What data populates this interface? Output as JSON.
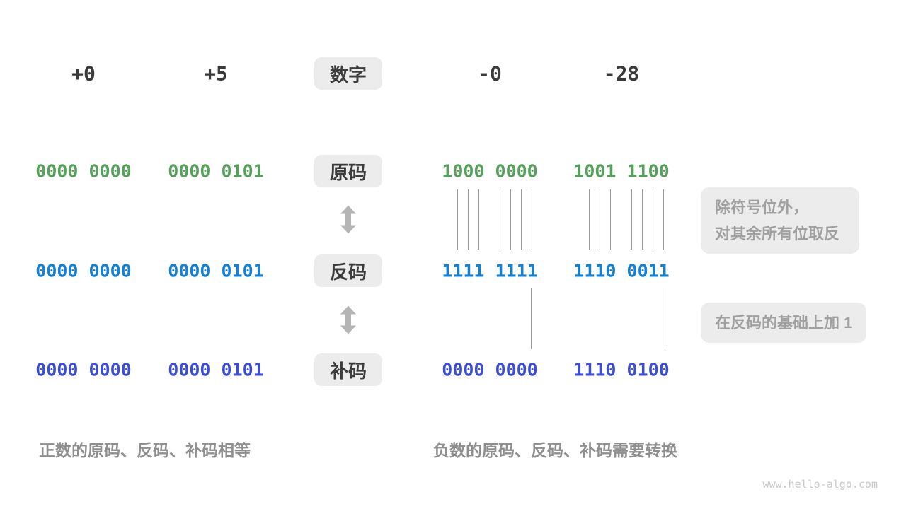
{
  "title_context": "Sign-magnitude, one's complement and two's complement conversion diagram",
  "palette": {
    "sign_magnitude_green": "#55a05a",
    "ones_complement_blue": "#1480d4",
    "twos_complement_indigo": "#3e4ed2",
    "dark_text": "#3c3c3c",
    "note_gray_text": "#a0a0a0",
    "caption_gray_text": "#8f8f8f",
    "box_background": "#ececec",
    "tick_line_gray": "#9a9a9a",
    "watermark_gray": "#c9c9c9"
  },
  "matrix": {
    "col_headers": [
      "+0",
      "+5",
      "-0",
      "-28"
    ],
    "row_labels": [
      "数字",
      "原码",
      "反码",
      "补码"
    ],
    "rows": {
      "sign_magnitude": [
        "0000 0000",
        "0000 0101",
        "1000 0000",
        "1001 1100"
      ],
      "ones_complement": [
        "0000 0000",
        "0000 0101",
        "1111 1111",
        "1110 0011"
      ],
      "twos_complement": [
        "0000 0000",
        "0000 0101",
        "0000 0000",
        "1110 0100"
      ]
    }
  },
  "annotations": {
    "invert_note": "除符号位外，\n对其余所有位取反",
    "plus_one_note": "在反码的基础上加 1",
    "positive_caption": "正数的原码、反码、补码相等",
    "negative_caption": "负数的原码、反码、补码需要转换",
    "watermark": "www.hello-algo.com"
  }
}
